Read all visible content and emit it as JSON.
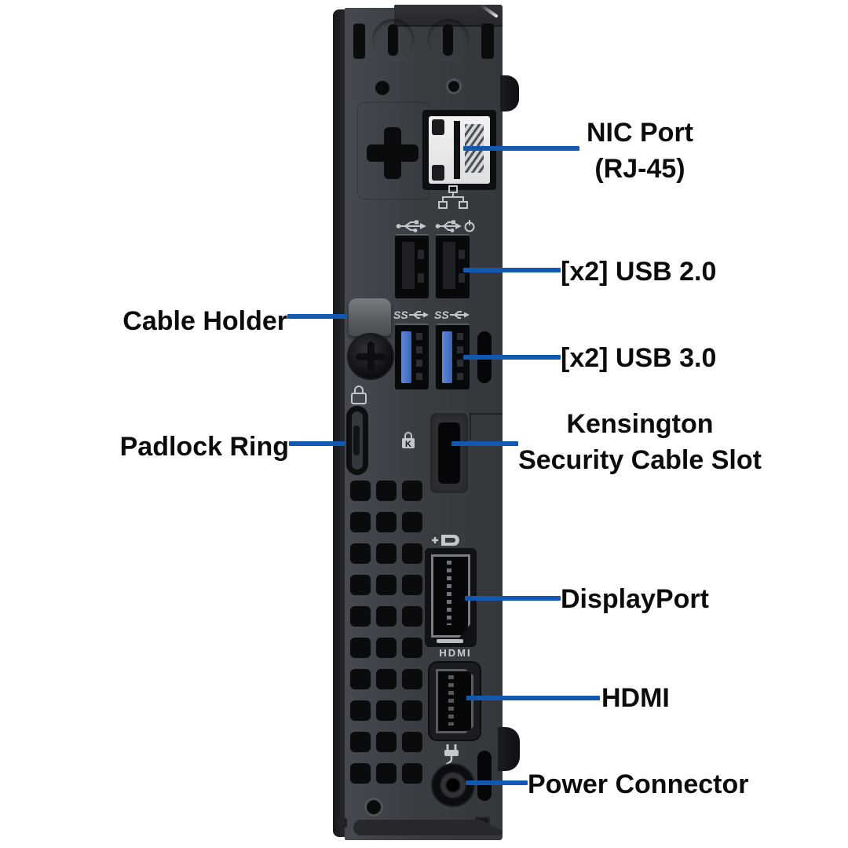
{
  "meta": {
    "description": "Rear I/O panel diagram of a micro desktop PC with labeled ports"
  },
  "colors": {
    "background": "#ffffff",
    "accent": "#1257b0",
    "label_text": "#0c0c0c",
    "chassis": "#3a3d42",
    "usb3_blue": "#3a63b8"
  },
  "callouts": {
    "nic": {
      "line1": "NIC Port",
      "line2": "(RJ-45)"
    },
    "usb2": {
      "line1": "[x2] USB 2.0"
    },
    "cable_holder": {
      "line1": "Cable Holder"
    },
    "usb3": {
      "line1": "[x2] USB 3.0"
    },
    "padlock_ring": {
      "line1": "Padlock Ring"
    },
    "kensington": {
      "line1": "Kensington",
      "line2": "Security Cable Slot"
    },
    "displayport": {
      "line1": "DisplayPort"
    },
    "hdmi": {
      "line1": "HDMI"
    },
    "power": {
      "line1": "Power Connector"
    }
  },
  "device": {
    "hdmi_print": "HDMI",
    "usb3_icon_text": "SS",
    "kensington_icon_letter": "K"
  }
}
